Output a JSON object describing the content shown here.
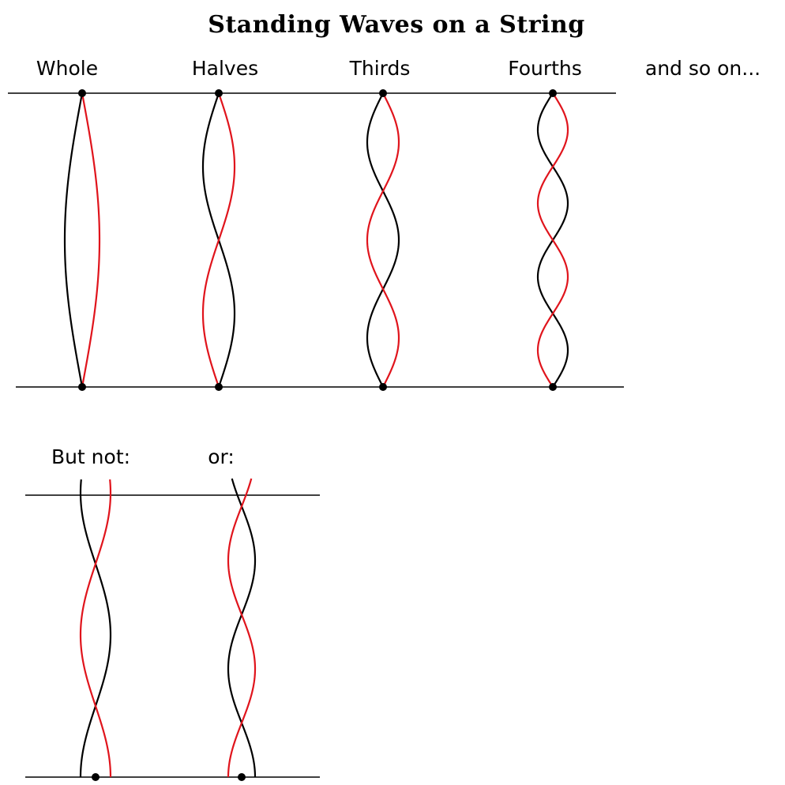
{
  "title": "Standing Waves on a String",
  "labels": {
    "whole": "Whole",
    "halves": "Halves",
    "thirds": "Thirds",
    "fourths": "Fourths",
    "and_so_on": "and so on...",
    "but_not": "But not:",
    "or": "or:"
  },
  "colors": {
    "wave_a": "#000000",
    "wave_b": "#e0141c",
    "lines": "#000000"
  },
  "allowed_modes": [
    {
      "name": "whole",
      "loops": 1
    },
    {
      "name": "halves",
      "loops": 2
    },
    {
      "name": "thirds",
      "loops": 3
    },
    {
      "name": "fourths",
      "loops": 4
    }
  ],
  "disallowed_modes": [
    {
      "name": "but-not",
      "loops": 2.5
    },
    {
      "name": "or",
      "loops": 3.5
    }
  ]
}
